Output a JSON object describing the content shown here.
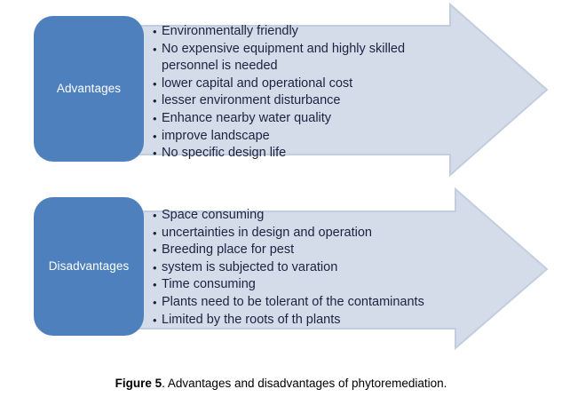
{
  "figure": {
    "caption_label": "Figure 5",
    "caption_text": ". Advantages and disadvantages of phytoremediation."
  },
  "colors": {
    "label_box_fill": "#4E80BD",
    "arrow_fill": "#D5DCE9",
    "arrow_stroke": "#C3CDE0",
    "label_text": "#FFFFFF",
    "body_text": "#1A2340",
    "background": "#FFFFFF"
  },
  "blocks": [
    {
      "id": "advantages",
      "label": "Advantages",
      "items": [
        "Environmentally friendly",
        "No expensive equipment and highly skilled\npersonnel is needed",
        "lower capital and operational cost",
        "lesser environment disturbance",
        "Enhance nearby water quality",
        "improve landscape",
        "No specific design life"
      ]
    },
    {
      "id": "disadvantages",
      "label": "Disadvantages",
      "items": [
        "Space consuming",
        "uncertainties in design and operation",
        "Breeding place for pest",
        "system is subjected to varation",
        "Time consuming",
        "Plants need to be tolerant of the contaminants",
        "Limited by the roots of th plants"
      ]
    }
  ]
}
